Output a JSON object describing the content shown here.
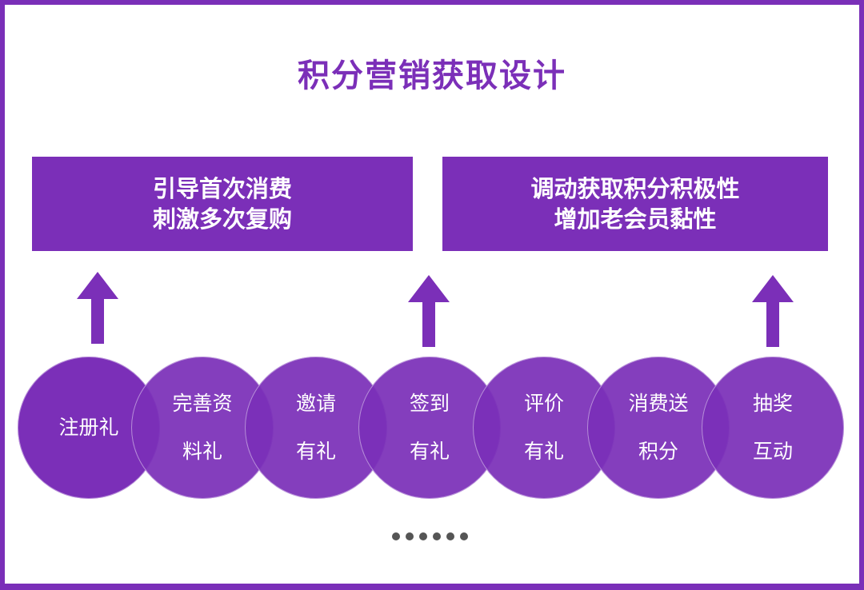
{
  "title": "积分营销获取设计",
  "boxes": [
    {
      "line1": "引导首次消费",
      "line2": "刺激多次复购"
    },
    {
      "line1": "调动获取积分积极性",
      "line2": "增加老会员黏性"
    }
  ],
  "circles": [
    {
      "line1": "注册礼",
      "line2": ""
    },
    {
      "line1": "完善资",
      "line2": "料礼"
    },
    {
      "line1": "邀请",
      "line2": "有礼"
    },
    {
      "line1": "签到",
      "line2": "有礼"
    },
    {
      "line1": "评价",
      "line2": "有礼"
    },
    {
      "line1": "消费送",
      "line2": "积分"
    },
    {
      "line1": "抽奖",
      "line2": "互动"
    }
  ],
  "colors": {
    "primary": "#7b2fb8",
    "border": "#7a2fb8",
    "dots": "#555555"
  },
  "icons": [
    "up-arrow-icon",
    "ellipsis-dots-icon"
  ]
}
